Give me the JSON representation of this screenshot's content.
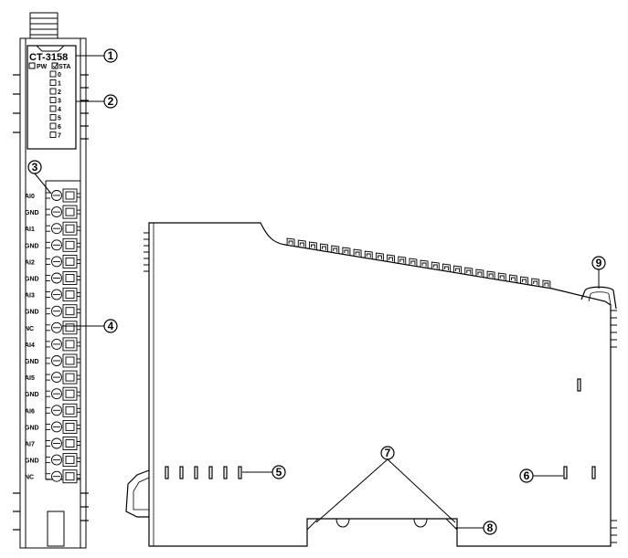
{
  "module": {
    "model": "CT-3158",
    "status_leds": [
      "PW",
      "STA"
    ],
    "channel_leds": [
      "0",
      "1",
      "2",
      "3",
      "4",
      "5",
      "6",
      "7"
    ],
    "terminal_labels": [
      "AI0",
      "GND",
      "AI1",
      "GND",
      "AI2",
      "GND",
      "AI3",
      "GND",
      "NC",
      "AI4",
      "GND",
      "AI5",
      "GND",
      "AI6",
      "GND",
      "AI7",
      "GND",
      "NC"
    ]
  },
  "callouts": [
    "1",
    "2",
    "3",
    "4",
    "5",
    "6",
    "7",
    "8",
    "9"
  ]
}
